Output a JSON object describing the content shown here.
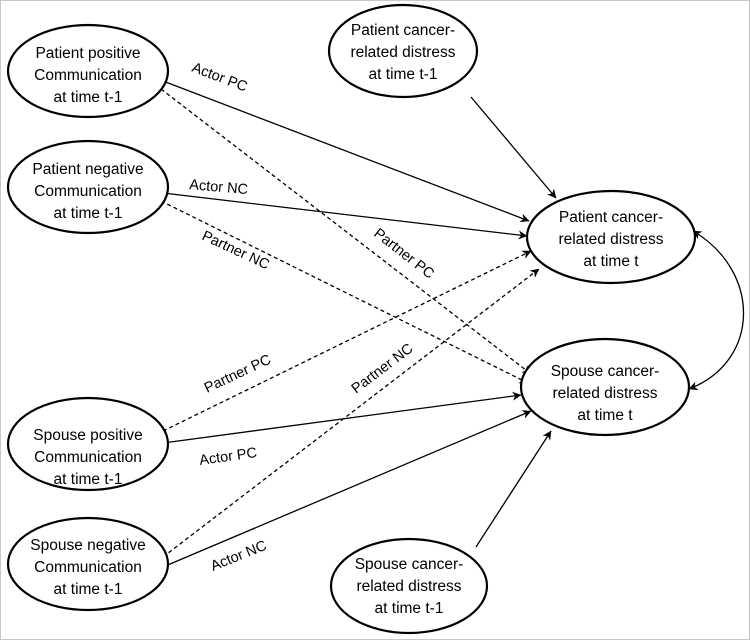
{
  "nodes": {
    "patient_pos_comm": [
      "Patient positive",
      "Communication",
      "at time t-1"
    ],
    "patient_neg_comm": [
      "Patient negative",
      "Communication",
      "at time t-1"
    ],
    "spouse_pos_comm": [
      "Spouse positive",
      "Communication",
      "at time t-1"
    ],
    "spouse_neg_comm": [
      "Spouse negative",
      "Communication",
      "at time t-1"
    ],
    "patient_distress_prev": [
      "Patient cancer-",
      "related distress",
      "at time t-1"
    ],
    "patient_distress_now": [
      "Patient cancer-",
      "related distress",
      "at time t"
    ],
    "spouse_distress_now": [
      "Spouse cancer-",
      "related distress",
      "at time t"
    ],
    "spouse_distress_prev": [
      "Spouse cancer-",
      "related distress",
      "at time t-1"
    ]
  },
  "edges": {
    "patient_actor_pc": "Actor PC",
    "patient_actor_nc": "Actor NC",
    "patient_partner_nc": "Partner NC",
    "patient_partner_pc": "Partner PC",
    "spouse_partner_pc": "Partner PC",
    "spouse_partner_nc": "Partner NC",
    "spouse_actor_pc": "Actor PC",
    "spouse_actor_nc": "Actor NC"
  }
}
